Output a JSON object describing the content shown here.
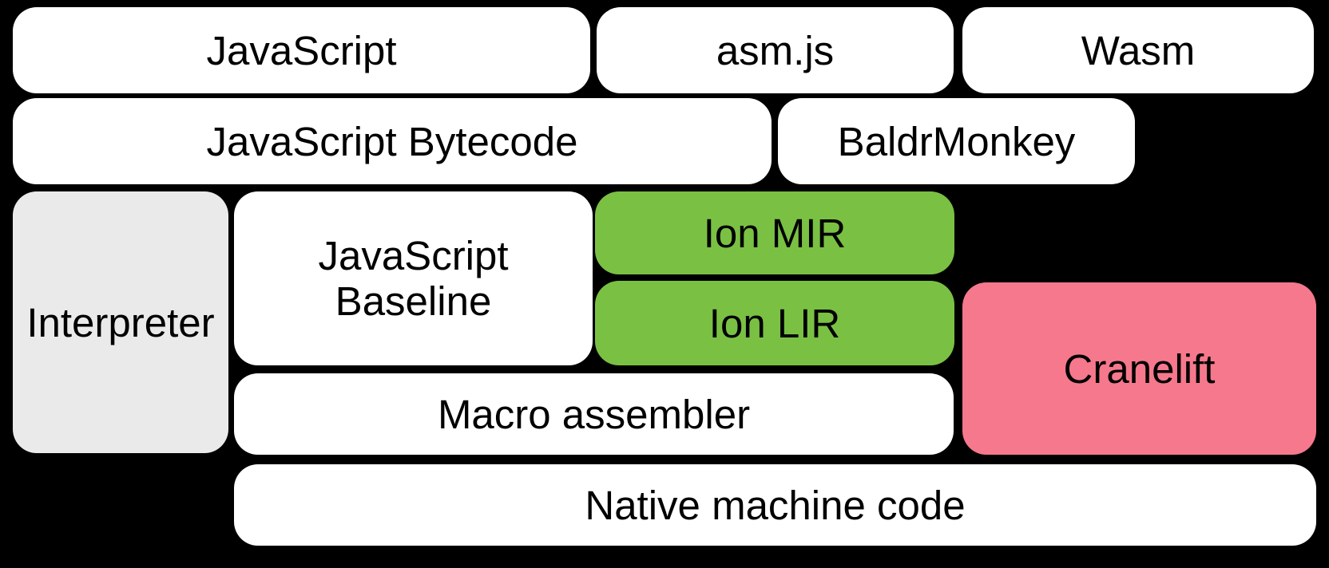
{
  "colors": {
    "background": "#000000",
    "text": "#000000",
    "box_white": "#FFFFFF",
    "box_gray": "#EAEAEA",
    "box_green": "#7AC143",
    "box_pink": "#F6788C"
  },
  "boxes": {
    "javascript": {
      "label": "JavaScript",
      "color": "white"
    },
    "asmjs": {
      "label": "asm.js",
      "color": "white"
    },
    "wasm": {
      "label": "Wasm",
      "color": "white"
    },
    "javascript_bytecode": {
      "label": "JavaScript Bytecode",
      "color": "white"
    },
    "baldrmonkey": {
      "label": "BaldrMonkey",
      "color": "white"
    },
    "interpreter": {
      "label": "Interpreter",
      "color": "gray"
    },
    "javascript_baseline": {
      "label_line1": "JavaScript",
      "label_line2": "Baseline",
      "color": "white"
    },
    "ion_mir": {
      "label": "Ion MIR",
      "color": "green"
    },
    "ion_lir": {
      "label": "Ion LIR",
      "color": "green"
    },
    "cranelift": {
      "label": "Cranelift",
      "color": "pink"
    },
    "macro_assembler": {
      "label": "Macro assembler",
      "color": "white"
    },
    "native_machine_code": {
      "label": "Native machine code",
      "color": "white"
    }
  }
}
